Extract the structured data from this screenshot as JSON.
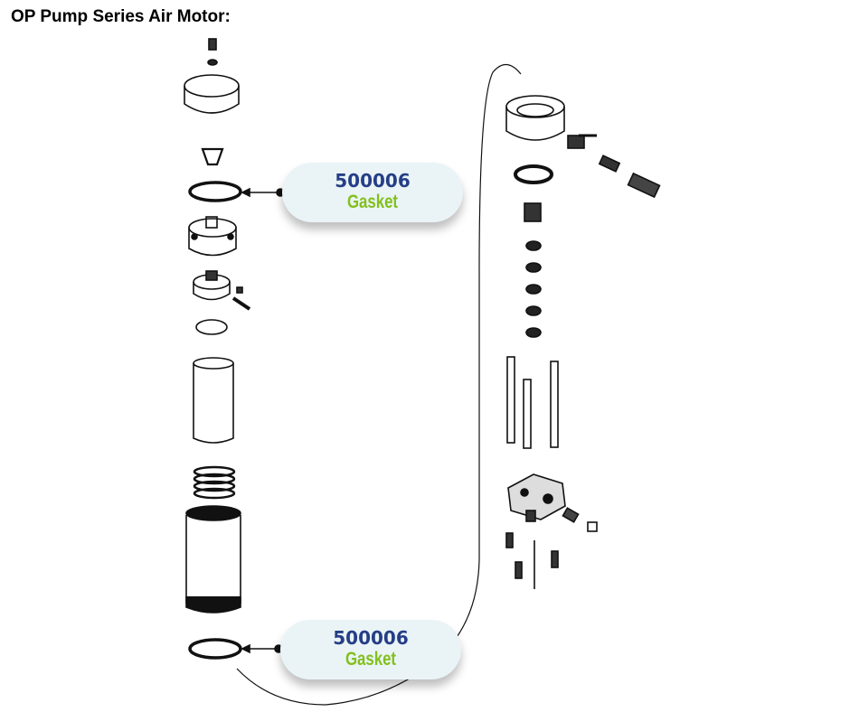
{
  "title": "OP Pump Series Air Motor:",
  "callouts": [
    {
      "part_number": "500006",
      "description": "Gasket"
    },
    {
      "part_number": "500006",
      "description": "Gasket"
    }
  ],
  "colors": {
    "part_number": "#253e86",
    "description": "#82c01c",
    "callout_bg": "#eaf4f6"
  }
}
